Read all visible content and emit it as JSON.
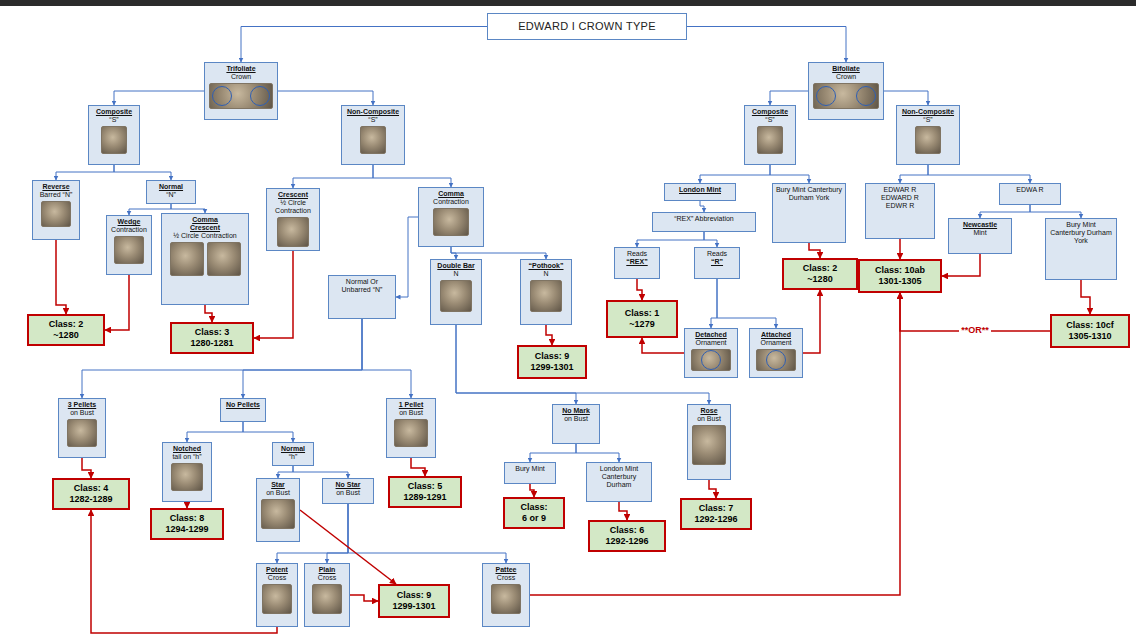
{
  "diagram": {
    "nodes": [
      {
        "text": [
          "EDWARD I CROWN TYPE"
        ]
      },
      {
        "text": [
          "Trifoliate",
          "Crown"
        ]
      },
      {
        "text": [
          "Bifoliate",
          "Crown"
        ]
      },
      {
        "text": [
          "Composite",
          "“S”"
        ]
      },
      {
        "text": [
          "Non-Composite",
          "“S”"
        ]
      },
      {
        "text": [
          "Reverse",
          "Barred “N”"
        ]
      },
      {
        "text": [
          "Normal",
          "“N”"
        ]
      },
      {
        "text": [
          "Wedge",
          "Contraction"
        ]
      },
      {
        "text": [
          "Comma",
          "Crescent",
          "½ Circle Contraction"
        ]
      },
      {
        "text": [
          "Class: 2",
          "~1280"
        ]
      },
      {
        "text": [
          "Class: 3",
          "1280-1281"
        ]
      },
      {
        "text": [
          "Crescent",
          "½ Circle Contraction"
        ]
      },
      {
        "text": [
          "Comma",
          "Contraction"
        ]
      },
      {
        "text": [
          "Normal Or Unbarred “N”"
        ]
      },
      {
        "text": [
          "Double Bar",
          "N"
        ]
      },
      {
        "text": [
          "“Pothook”",
          "N"
        ]
      },
      {
        "text": [
          "Class: 9",
          "1299-1301"
        ]
      },
      {
        "text": [
          "3 Pellets",
          "on Bust"
        ]
      },
      {
        "text": [
          "No Pellets"
        ]
      },
      {
        "text": [
          "1 Pellet",
          "on Bust"
        ]
      },
      {
        "text": [
          "Notched",
          "tail on “h”"
        ]
      },
      {
        "text": [
          "Normal",
          "“h”"
        ]
      },
      {
        "text": [
          "Class: 4",
          "1282-1289"
        ]
      },
      {
        "text": [
          "Class: 5",
          "1289-1291"
        ]
      },
      {
        "text": [
          "Class: 8",
          "1294-1299"
        ]
      },
      {
        "text": [
          "Star",
          "on Bust"
        ]
      },
      {
        "text": [
          "No Star",
          "on Bust"
        ]
      },
      {
        "text": [
          "Potent",
          "Cross"
        ]
      },
      {
        "text": [
          "Plain",
          "Cross"
        ]
      },
      {
        "text": [
          "Class: 9",
          "1299-1301"
        ]
      },
      {
        "text": [
          "Pattee",
          "Cross"
        ]
      },
      {
        "text": [
          "No Mark",
          "on Bust"
        ]
      },
      {
        "text": [
          "Rose",
          "on Bust"
        ]
      },
      {
        "text": [
          "Bury Mint"
        ]
      },
      {
        "text": [
          "London Mint Canterbury Durham"
        ]
      },
      {
        "text": [
          "Class:",
          "6 or 9"
        ]
      },
      {
        "text": [
          "Class: 6",
          "1292-1296"
        ]
      },
      {
        "text": [
          "Class: 7",
          "1292-1296"
        ]
      },
      {
        "text": [
          "Composite",
          "“S”"
        ]
      },
      {
        "text": [
          "Non-Composite",
          "“S”"
        ]
      },
      {
        "text": [
          "London Mint"
        ]
      },
      {
        "text": [
          "Bury Mint Canterbury Durham York"
        ]
      },
      {
        "text": [
          "“REX” Abbreviation"
        ]
      },
      {
        "text": [
          "Reads",
          "“REX”"
        ]
      },
      {
        "text": [
          "Reads",
          "“R”"
        ]
      },
      {
        "text": [
          "Class: 1",
          "~1279"
        ]
      },
      {
        "text": [
          "Class: 2",
          "~1280"
        ]
      },
      {
        "text": [
          "Detached",
          "Ornament"
        ]
      },
      {
        "text": [
          "Attached",
          "Ornament"
        ]
      },
      {
        "text": [
          "EDWAR R",
          "EDWARD R",
          "EDWR R"
        ]
      },
      {
        "text": [
          "EDWA R"
        ]
      },
      {
        "text": [
          "Newcastle",
          "Mint"
        ]
      },
      {
        "text": [
          "Class: 10ab",
          "1301-1305"
        ]
      },
      {
        "text": [
          "Bury Mint Canterbury Durham York"
        ]
      },
      {
        "text": [
          "Class: 10cf",
          "1305-1310"
        ]
      }
    ],
    "edges": [
      {
        "from": 0,
        "to": 1,
        "arrow": "to"
      },
      {
        "from": 0,
        "to": 2,
        "arrow": "to"
      },
      {
        "from": 1,
        "to": 3,
        "arrow": "to"
      },
      {
        "from": 1,
        "to": 4,
        "arrow": "to"
      },
      {
        "from": 3,
        "to": 5,
        "arrow": "to"
      },
      {
        "from": 3,
        "to": 6,
        "arrow": "to"
      },
      {
        "from": 6,
        "to": 7,
        "arrow": "to"
      },
      {
        "from": 6,
        "to": 8,
        "arrow": "to"
      },
      {
        "from": 5,
        "to": 9,
        "arrow": "to"
      },
      {
        "from": 7,
        "to": 9,
        "arrow": "to"
      },
      {
        "from": 8,
        "to": 10,
        "arrow": "to"
      },
      {
        "from": 11,
        "to": 10,
        "arrow": "to"
      },
      {
        "from": 4,
        "to": 11,
        "arrow": "to"
      },
      {
        "from": 4,
        "to": 12,
        "arrow": "to"
      },
      {
        "from": 12,
        "to": 13,
        "arrow": "to"
      },
      {
        "from": 12,
        "to": 14,
        "arrow": "to"
      },
      {
        "from": 12,
        "to": 15,
        "arrow": "to"
      },
      {
        "from": 15,
        "to": 16,
        "arrow": "to"
      },
      {
        "from": 13,
        "to": 17,
        "arrow": "to"
      },
      {
        "from": 13,
        "to": 18,
        "arrow": "to"
      },
      {
        "from": 13,
        "to": 19,
        "arrow": "to"
      },
      {
        "from": 17,
        "to": 22,
        "arrow": "to"
      },
      {
        "from": 19,
        "to": 23,
        "arrow": "to"
      },
      {
        "from": 18,
        "to": 20,
        "arrow": "to"
      },
      {
        "from": 18,
        "to": 21,
        "arrow": "to"
      },
      {
        "from": 20,
        "to": 24,
        "arrow": "to"
      },
      {
        "from": 21,
        "to": 25,
        "arrow": "to"
      },
      {
        "from": 21,
        "to": 26,
        "arrow": "to"
      },
      {
        "from": 26,
        "to": 27,
        "arrow": "to"
      },
      {
        "from": 26,
        "to": 28,
        "arrow": "to"
      },
      {
        "from": 26,
        "to": 30,
        "arrow": "to"
      },
      {
        "from": 25,
        "to": 29,
        "arrow": "to"
      },
      {
        "from": 28,
        "to": 29,
        "arrow": "to"
      },
      {
        "from": 27,
        "to": 22,
        "arrow": "to"
      },
      {
        "from": 30,
        "to": 52,
        "arrow": "to"
      },
      {
        "from": 14,
        "to": 31,
        "arrow": "to"
      },
      {
        "from": 14,
        "to": 32,
        "arrow": "to"
      },
      {
        "from": 31,
        "to": 33,
        "arrow": "to"
      },
      {
        "from": 31,
        "to": 34,
        "arrow": "to"
      },
      {
        "from": 33,
        "to": 35,
        "arrow": "to"
      },
      {
        "from": 34,
        "to": 36,
        "arrow": "to"
      },
      {
        "from": 32,
        "to": 37,
        "arrow": "to"
      },
      {
        "from": 2,
        "to": 38,
        "arrow": "to"
      },
      {
        "from": 2,
        "to": 39,
        "arrow": "to"
      },
      {
        "from": 38,
        "to": 40,
        "arrow": "to"
      },
      {
        "from": 38,
        "to": 41,
        "arrow": "to"
      },
      {
        "from": 40,
        "to": 42,
        "arrow": "to"
      },
      {
        "from": 42,
        "to": 43,
        "arrow": "to"
      },
      {
        "from": 42,
        "to": 44,
        "arrow": "to"
      },
      {
        "from": 43,
        "to": 45,
        "arrow": "to"
      },
      {
        "from": 44,
        "to": 47,
        "arrow": "to"
      },
      {
        "from": 44,
        "to": 48,
        "arrow": "to"
      },
      {
        "from": 47,
        "to": 45,
        "arrow": "to"
      },
      {
        "from": 48,
        "to": 46,
        "arrow": "to"
      },
      {
        "from": 41,
        "to": 46,
        "arrow": "to"
      },
      {
        "from": 39,
        "to": 49,
        "arrow": "to"
      },
      {
        "from": 39,
        "to": 50,
        "arrow": "to"
      },
      {
        "from": 50,
        "to": 51,
        "arrow": "to"
      },
      {
        "from": 50,
        "to": 53,
        "arrow": "to"
      },
      {
        "from": 49,
        "to": 52,
        "arrow": "to"
      },
      {
        "from": 51,
        "to": 52,
        "arrow": "to"
      },
      {
        "from": 53,
        "to": 54,
        "arrow": "to"
      },
      {
        "from": 54,
        "to": 52,
        "label": "**OR**",
        "arrow": "to"
      }
    ]
  }
}
